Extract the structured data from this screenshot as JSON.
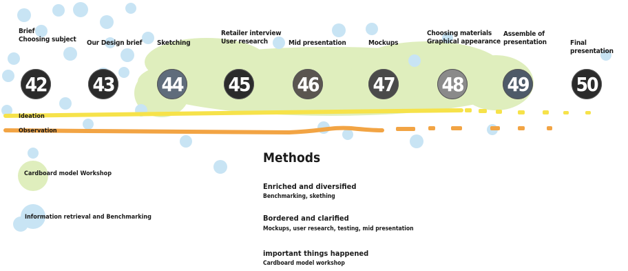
{
  "stages": [
    {
      "label": "Brief\nChoosing subject",
      "week": "42"
    },
    {
      "label": "Our Design brief",
      "week": "43"
    },
    {
      "label": "Sketching",
      "week": "44"
    },
    {
      "label": "Retailer interview\nUser research",
      "week": "45"
    },
    {
      "label": "Mid presentation",
      "week": "46"
    },
    {
      "label": "Mockups",
      "week": "47"
    },
    {
      "label": "Choosing materials\nGraphical appearance",
      "week": "48"
    },
    {
      "label": "Assemble of\npresentation",
      "week": "49"
    },
    {
      "label": "Final presentation",
      "week": "50"
    }
  ],
  "tracks": {
    "ideation": {
      "label": "Ideation",
      "color": "#f6e24a"
    },
    "observation": {
      "label": "Observation",
      "color": "#f2a444"
    }
  },
  "legend": {
    "workshop": {
      "label": "Cardboard model Workshop",
      "color": "#dfeebd"
    },
    "benchmarking": {
      "label": "Information retrieval and Benchmarking",
      "color": "#c8e4f4"
    }
  },
  "methods": {
    "title": "Methods",
    "items": [
      {
        "heading": "Enriched and diversified",
        "detail": "Benchmarking, skething"
      },
      {
        "heading": "Bordered and clarified",
        "detail": "Mockups, user research, testing, mid presentation"
      },
      {
        "heading": "important things happened",
        "detail": "Cardboard model workshop"
      }
    ]
  }
}
